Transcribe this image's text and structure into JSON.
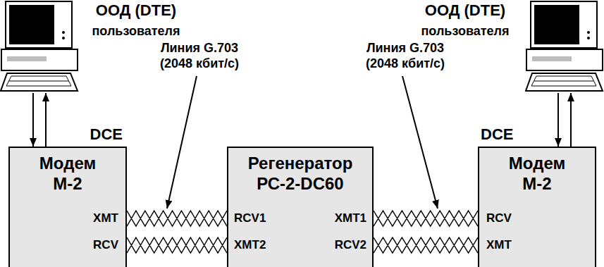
{
  "diagram": {
    "nodes": [
      {
        "text": [
          "ООД (DTE)",
          "пользователя"
        ]
      },
      {
        "text": [
          "DCE",
          "Модем М-2",
          "XMT",
          "RCV"
        ]
      },
      {
        "text": [
          "Регенератор РС-2-DC60",
          "RCV1",
          "XMT1",
          "XMT2",
          "RCV2"
        ]
      },
      {
        "text": [
          "DCE",
          "Модем М-2",
          "RCV",
          "XMT"
        ]
      },
      {
        "text": [
          "ООД (DTE)",
          "пользователя"
        ]
      }
    ],
    "edges": [
      {
        "from": 0,
        "to": 1,
        "arrow": "to"
      },
      {
        "from": 1,
        "to": 0,
        "arrow": "to"
      },
      {
        "from": 1,
        "to": 2,
        "arrow": "none"
      },
      {
        "from": 1,
        "to": 2,
        "arrow": "none"
      },
      {
        "from": 2,
        "to": 3,
        "arrow": "none"
      },
      {
        "from": 2,
        "to": 3,
        "arrow": "none"
      },
      {
        "from": 4,
        "to": 3,
        "arrow": "to"
      },
      {
        "from": 3,
        "to": 4,
        "arrow": "to"
      }
    ],
    "labels": [
      "Линия G.703 (2048 кбит/с)",
      "Линия G.703 (2048 кбит/с)"
    ]
  }
}
